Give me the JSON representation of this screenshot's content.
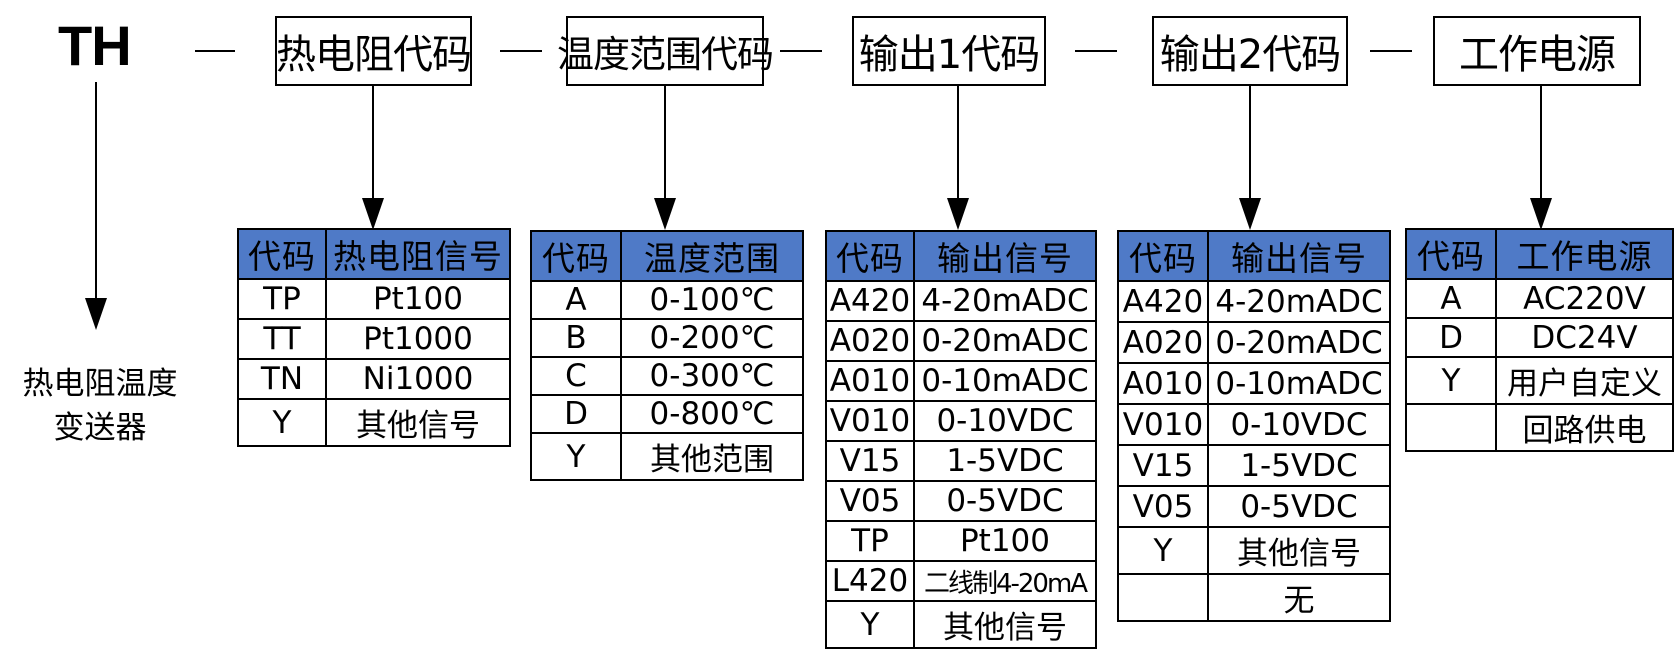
{
  "title": {
    "prefix": "TH",
    "product_name_line1": "热电阻温度",
    "product_name_line2": "变送器"
  },
  "code_boxes": [
    "热电阻代码",
    "温度范围代码",
    "输出1代码",
    "输出2代码",
    "工作电源"
  ],
  "tables": {
    "rtd": {
      "headers": [
        "代码",
        "热电阻信号"
      ],
      "rows": [
        [
          "TP",
          "Pt100"
        ],
        [
          "TT",
          "Pt1000"
        ],
        [
          "TN",
          "Ni1000"
        ],
        [
          "Y",
          "其他信号"
        ]
      ]
    },
    "range": {
      "headers": [
        "代码",
        "温度范围"
      ],
      "rows": [
        [
          "A",
          "0-100℃"
        ],
        [
          "B",
          "0-200℃"
        ],
        [
          "C",
          "0-300℃"
        ],
        [
          "D",
          "0-800℃"
        ],
        [
          "Y",
          "其他范围"
        ]
      ]
    },
    "output1": {
      "headers": [
        "代码",
        "输出信号"
      ],
      "rows": [
        [
          "A420",
          "4-20mADC"
        ],
        [
          "A020",
          "0-20mADC"
        ],
        [
          "A010",
          "0-10mADC"
        ],
        [
          "V010",
          "0-10VDC"
        ],
        [
          "V15",
          "1-5VDC"
        ],
        [
          "V05",
          "0-5VDC"
        ],
        [
          "TP",
          "Pt100"
        ],
        [
          "L420",
          "二线制4-20mA"
        ],
        [
          "Y",
          "其他信号"
        ]
      ]
    },
    "output2": {
      "headers": [
        "代码",
        "输出信号"
      ],
      "rows": [
        [
          "A420",
          "4-20mADC"
        ],
        [
          "A020",
          "0-20mADC"
        ],
        [
          "A010",
          "0-10mADC"
        ],
        [
          "V010",
          "0-10VDC"
        ],
        [
          "V15",
          "1-5VDC"
        ],
        [
          "V05",
          "0-5VDC"
        ],
        [
          "Y",
          "其他信号"
        ],
        [
          "",
          "无"
        ]
      ]
    },
    "power": {
      "headers": [
        "代码",
        "工作电源"
      ],
      "rows": [
        [
          "A",
          "AC220V"
        ],
        [
          "D",
          "DC24V"
        ],
        [
          "Y",
          "用户自定义"
        ],
        [
          "",
          "回路供电"
        ]
      ]
    }
  }
}
